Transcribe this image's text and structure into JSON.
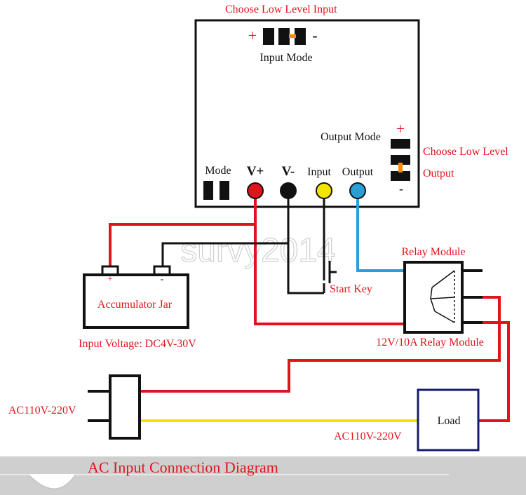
{
  "colors": {
    "red": "#e0141c",
    "black": "#111111",
    "blue": "#2a9fd6",
    "yellow": "#f2e600",
    "navy": "#141a6e",
    "footer": "#cfcfcf"
  },
  "labels": {
    "choose_low_input": "Choose Low Level Input",
    "input_mode": "Input Mode",
    "output_mode": "Output Mode",
    "choose_low_level": "Choose Low Level",
    "output_right": "Output",
    "mode": "Mode",
    "vplus": "V+",
    "vminus": "V-",
    "input": "Input",
    "output": "Output",
    "plus": "+",
    "minus": "-",
    "relay_module": "Relay Module",
    "relay_spec": "12V/10A Relay Module",
    "start_key": "Start Key",
    "accumulator": "Accumulator Jar",
    "input_voltage": "Input Voltage: DC4V-30V",
    "ac_left": "AC110V-220V",
    "ac_bottom": "AC110V-220V",
    "load": "Load",
    "watermark": "survy2014",
    "footer_title": "AC Input Connection Diagram"
  }
}
